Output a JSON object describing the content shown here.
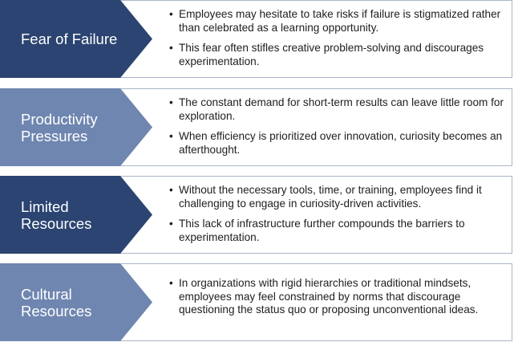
{
  "rows": [
    {
      "label": "Fear of Failure",
      "bullets": [
        "Employees may hesitate to take risks if failure is stigmatized rather than celebrated as a learning opportunity.",
        "This fear often stifles creative problem-solving and discourages experimentation."
      ]
    },
    {
      "label": "Productivity Pressures",
      "bullets": [
        "The constant demand for short-term results can leave little room for exploration.",
        "When efficiency is prioritized over innovation, curiosity becomes an afterthought."
      ]
    },
    {
      "label": "Limited Resources",
      "bullets": [
        "Without the necessary tools, time, or training, employees find it challenging to engage in curiosity-driven activities.",
        "This lack of infrastructure further compounds the barriers to experimentation."
      ]
    },
    {
      "label": "Cultural Resources",
      "bullets": [
        "In organizations with rigid hierarchies or traditional mindsets, employees may feel constrained by norms that discourage questioning the status quo or proposing unconventional ideas."
      ]
    }
  ],
  "colors": {
    "label_dark": "#2b4471",
    "label_light": "#6f86b0",
    "panel_border": "#aab5c8",
    "text": "#1e1e1e"
  }
}
